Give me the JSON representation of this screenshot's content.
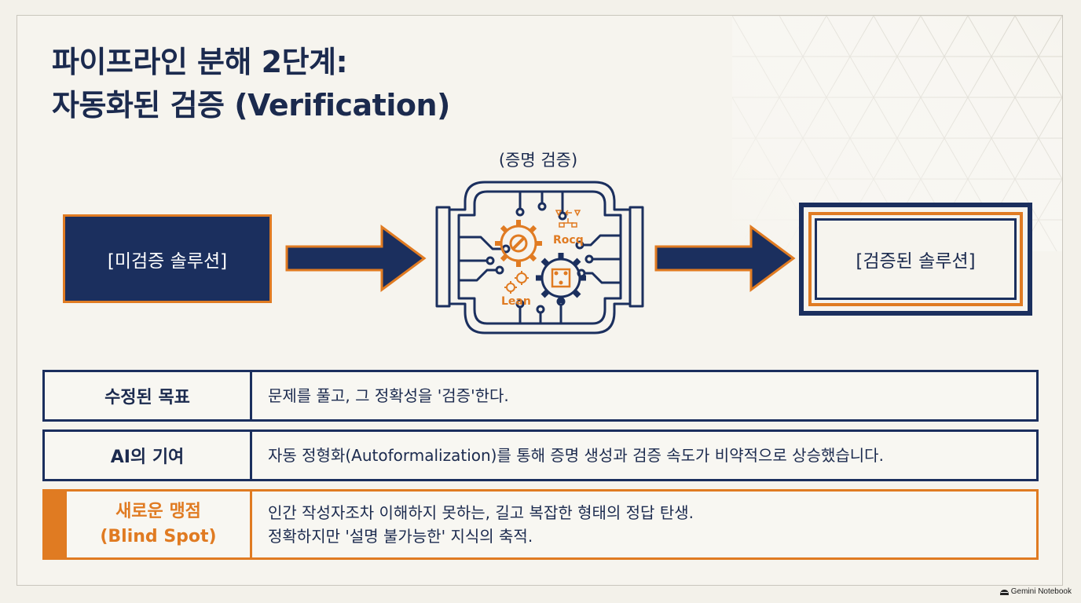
{
  "title": {
    "line1": "파이프라인 분해 2단계:",
    "line2": "자동화된 검증 (Verification)"
  },
  "flow": {
    "input_label": "[미검증 솔루션]",
    "process_caption": "(증명 검증)",
    "tool_labels": [
      "Rocq",
      "Lean"
    ],
    "output_label": "[검증된 솔루션]"
  },
  "table": {
    "rows": [
      {
        "label": "수정된 목표",
        "lines": [
          "문제를 풀고, 그 정확성을 '검증'한다."
        ]
      },
      {
        "label": "AI의 기여",
        "lines": [
          "자동 정형화(Autoformalization)를 통해 증명 생성과 검증 속도가 비약적으로 상승했습니다."
        ]
      },
      {
        "label_lines": [
          "새로운 맹점",
          "(Blind Spot)"
        ],
        "lines": [
          "인간 작성자조차 이해하지 못하는, 길고 복잡한 형태의 정답 탄생.",
          "정확하지만 '설명 불가능한' 지식의 축적."
        ]
      }
    ]
  },
  "watermark": "Gemini Notebook",
  "colors": {
    "navy": "#1b2f5e",
    "orange": "#e07b22",
    "background": "#f3f1ea"
  }
}
